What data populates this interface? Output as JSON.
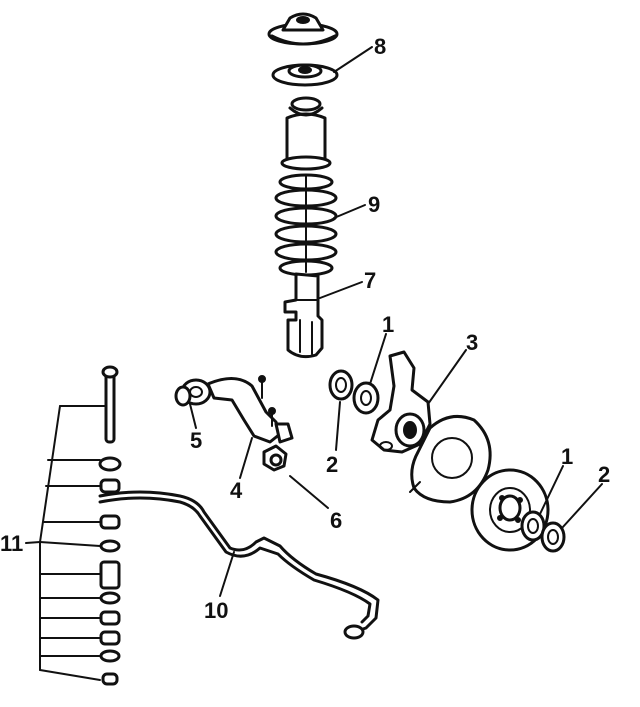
{
  "diagram": {
    "colors": {
      "ink": "#111111",
      "background": "#ffffff"
    },
    "callouts": {
      "c1a": "1",
      "c1b": "1",
      "c2a": "2",
      "c2b": "2",
      "c3": "3",
      "c4": "4",
      "c5": "5",
      "c6": "6",
      "c7": "7",
      "c8": "8",
      "c9": "9",
      "c10": "10",
      "c11": "11"
    }
  }
}
